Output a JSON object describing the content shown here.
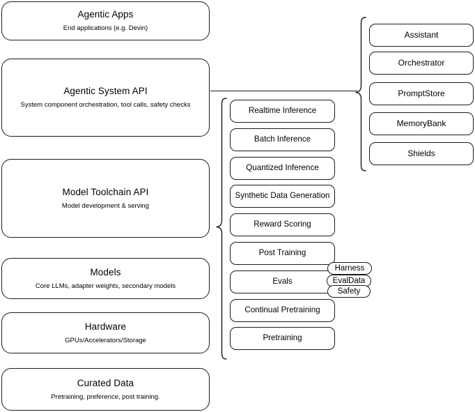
{
  "diagram": {
    "title": "Agentic AI stack layered architecture",
    "stroke_color": "#1a1a1a",
    "background_color": "#ffffff"
  },
  "layers": [
    {
      "name": "agentic-apps",
      "title": "Agentic Apps",
      "subtitle": "End applications (e.g. Devin)"
    },
    {
      "name": "agentic-system-api",
      "title": "Agentic System API",
      "subtitle": "System component orchestration, tool calls, safety checks"
    },
    {
      "name": "model-toolchain-api",
      "title": "Model Toolchain API",
      "subtitle": "Model development & serving"
    },
    {
      "name": "models",
      "title": "Models",
      "subtitle": "Core LLMs, adapter weights, secondary models"
    },
    {
      "name": "hardware",
      "title": "Hardware",
      "subtitle": "GPUs/Accelerators/Storage"
    },
    {
      "name": "curated-data",
      "title": "Curated Data",
      "subtitle": "Pretraining, preference, post training."
    }
  ],
  "toolchain_capabilities": [
    {
      "name": "realtime-inference",
      "label": "Realtime Inference"
    },
    {
      "name": "batch-inference",
      "label": "Batch Inference"
    },
    {
      "name": "quantized-inference",
      "label": "Quantized Inference"
    },
    {
      "name": "synthetic-data-generation",
      "label": "Synthetic Data Generation"
    },
    {
      "name": "reward-scoring",
      "label": "Reward Scoring"
    },
    {
      "name": "post-training",
      "label": "Post Training"
    },
    {
      "name": "evals",
      "label": "Evals"
    },
    {
      "name": "continual-pretraining",
      "label": "Continual Pretraining"
    },
    {
      "name": "pretraining",
      "label": "Pretraining"
    }
  ],
  "evals_tags": [
    {
      "name": "harness",
      "label": "Harness"
    },
    {
      "name": "evaldata",
      "label": "EvalData"
    },
    {
      "name": "safety",
      "label": "Safety"
    }
  ],
  "system_components": [
    {
      "name": "assistant",
      "label": "Assistant"
    },
    {
      "name": "orchestrator",
      "label": "Orchestrator"
    },
    {
      "name": "promptstore",
      "label": "PromptStore"
    },
    {
      "name": "memorybank",
      "label": "MemoryBank"
    },
    {
      "name": "shields",
      "label": "Shields"
    }
  ]
}
